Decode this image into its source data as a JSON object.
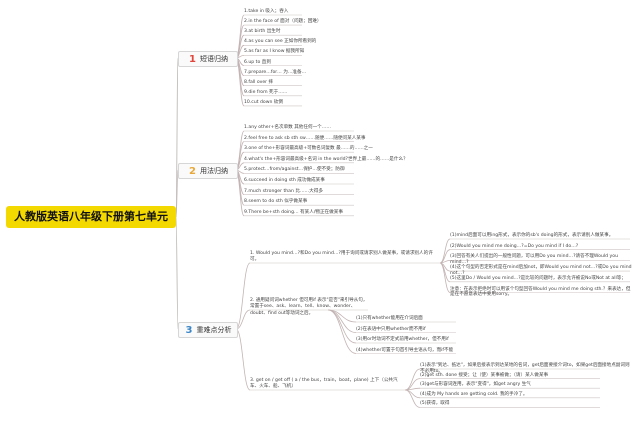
{
  "root": {
    "title": "人教版英语八年级下册第七单元"
  },
  "branches": [
    {
      "num": "1",
      "label": "短语归纳",
      "color": "#e0463c",
      "items": [
        "1.take in 吸入；吞入",
        "2.in the face of 面对（问题；困难）",
        "3.at birth 出生时",
        "4.as you can see 正如你所看到的",
        "5.as far as I know 据我所知",
        "6.up to 直到",
        "7.prepare…for… 为…准备…",
        "8.fall over 摔",
        "9.die from 死于……",
        "10.cut down 砍倒"
      ]
    },
    {
      "num": "2",
      "label": "用法归纳",
      "color": "#e8a93a",
      "items": [
        "1.any other+名次单数 其他任何一个……",
        "2.feel free to ask sb sth sw……随便……随便问某人某事",
        "3.one of the+形容词最高级+可数名词复数 最……的……之一",
        "4.what's the+形容词最高级+名词 in the world?世界上最……的……是什么？",
        "5.protect…from/against…保护…使不受；防御",
        "6.succeed in doing sth 成功做成某事",
        "7.much stronger than 比……大得多",
        "8.seem to do sth 似乎做某事",
        "9.There be+sth doing… 有某人/物正在做某事"
      ]
    },
    {
      "num": "3",
      "label": "重难点分析",
      "color": "#3b86c7",
      "subs": [
        {
          "text": "1. Would you mind…?和Do you mind…?用于询问或请求别人做某事，或请求别人的许可。",
          "items": [
            "(1)mind后面可以用ing形式，表示你的sb's doing的形式，表示请别人做某事。",
            "(2)Would you mind me doing…?=Do you mind if I do…?",
            "(3)回答有关人们提出的一般性问题，可以用Do you mind…?请答不理Would you mind…?",
            "(4)这个句型的否定形式是在mind后加not，即Would you mind not…?或Do you mind not…?",
            "(5)这里Do / Would you mind…?是比较的问题时，表示允许被说No或Not at all等；",
            "注意：在表示拒绝时可以用该个句型回答Would you mind me doing sth.？来表达，但是在不愿意表达中要用sorry。"
          ]
        },
        {
          "text": "2. 通用疑问词whether 但可用if 表示\"是否\"来引导从句，常置于see、ask、learn、tell、know、wonder、doubt、find out等动词之后。",
          "items": [
            "(1)只有whether能用在介词后面",
            "(2)在表语中只用whether而不用if",
            "(3)用or时动词不定式前用whether，但不用if",
            "(4)whether可置于句首引导主语从句，而if不能"
          ]
        },
        {
          "text": "3. get on / get off ( a / the bus，train，boat，plane) 上下（公共汽车、火车、船、飞机）",
          "items": [
            "(1)表示\"到达、抵达\"，如果后接表示到达某地的名词，get后面要接介词to，如果get后面接地点副词则不必用to。",
            "(2)get sth. done 接受；让（使）某事被做；（请）某人做某事",
            "(3)get与形容词连用，表示\"变得\"，如get angry 生气",
            "(4)成为 My hands are getting cold. 我的手冷了。",
            "(5)获得，取得"
          ]
        }
      ]
    }
  ]
}
